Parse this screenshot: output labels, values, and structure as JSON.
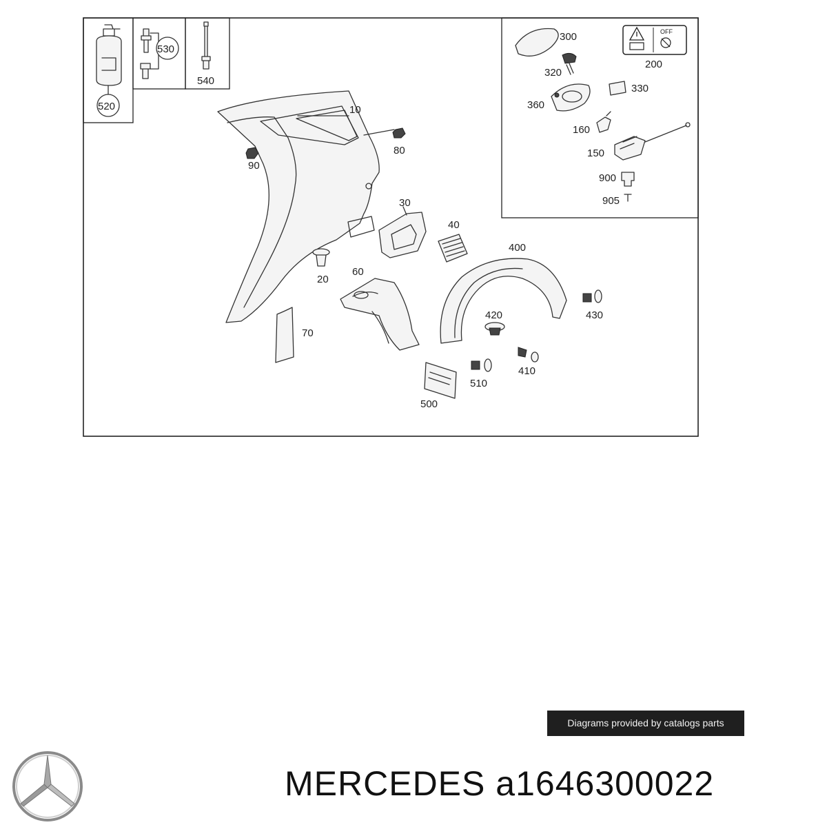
{
  "diagram": {
    "part_numbers": {
      "p10": "10",
      "p20": "20",
      "p30": "30",
      "p40": "40",
      "p60": "60",
      "p70": "70",
      "p80": "80",
      "p90": "90",
      "p150": "150",
      "p160": "160",
      "p200": "200",
      "p300": "300",
      "p320": "320",
      "p330": "330",
      "p360": "360",
      "p400": "400",
      "p410": "410",
      "p420": "420",
      "p430": "430",
      "p500": "500",
      "p510": "510",
      "p520": "520",
      "p530": "530",
      "p540": "540",
      "p900": "900",
      "p905": "905"
    },
    "warning_label_text": "OFF"
  },
  "credit": {
    "text": "Diagrams provided by catalogs parts"
  },
  "brand": {
    "name": "MERCEDES",
    "part_number": "a1646300022"
  },
  "logo": {
    "icon": "mercedes-star-icon"
  }
}
